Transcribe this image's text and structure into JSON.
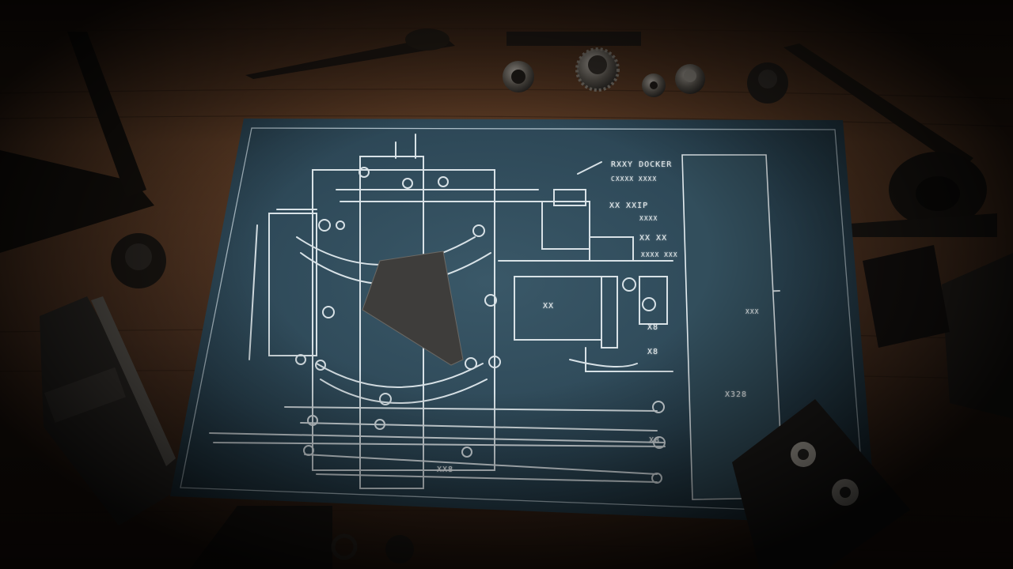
{
  "scene": {
    "colors": {
      "table": "#4a3222",
      "table_dark": "#1e130b",
      "paper": "#2f4a58",
      "ink": "#e6eef2"
    }
  },
  "blueprint": {
    "labels": {
      "tl1": "RXXY DOCKER",
      "tl2": "CXXXX XXXX",
      "tl3": "XX XXIP",
      "tl4": "XXXX",
      "tl5": "XX XX",
      "tl6": "XXXX XXX",
      "center": "XX",
      "right": "XXX",
      "panel": "X328",
      "b1": "X8",
      "b2": "X8",
      "b3": "X8",
      "bottom": "XX8"
    }
  }
}
